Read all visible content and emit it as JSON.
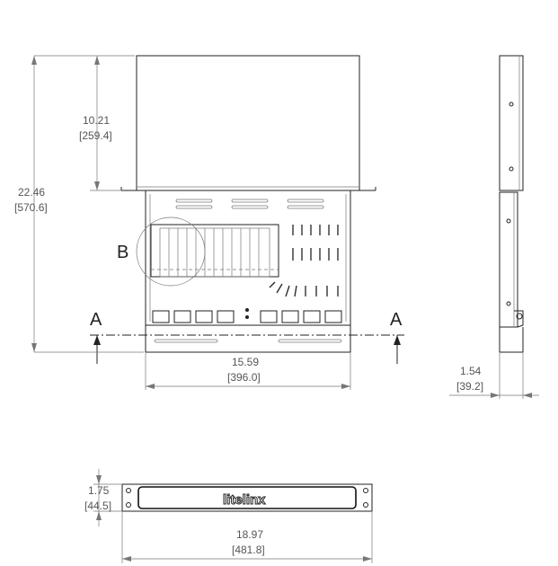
{
  "top_view": {
    "height_total": "22.46",
    "height_total_mm": "[570.6]",
    "height_lid": "10.21",
    "height_lid_mm": "[259.4]",
    "width": "15.59",
    "width_mm": "[396.0]",
    "detail_label": "B",
    "section_label_left": "A",
    "section_label_right": "A"
  },
  "side_view": {
    "depth": "1.54",
    "depth_mm": "[39.2]"
  },
  "front_view": {
    "height": "1.75",
    "height_mm": "[44.5]",
    "width": "18.97",
    "width_mm": "[481.8]",
    "brand_logo": "litelinx"
  }
}
